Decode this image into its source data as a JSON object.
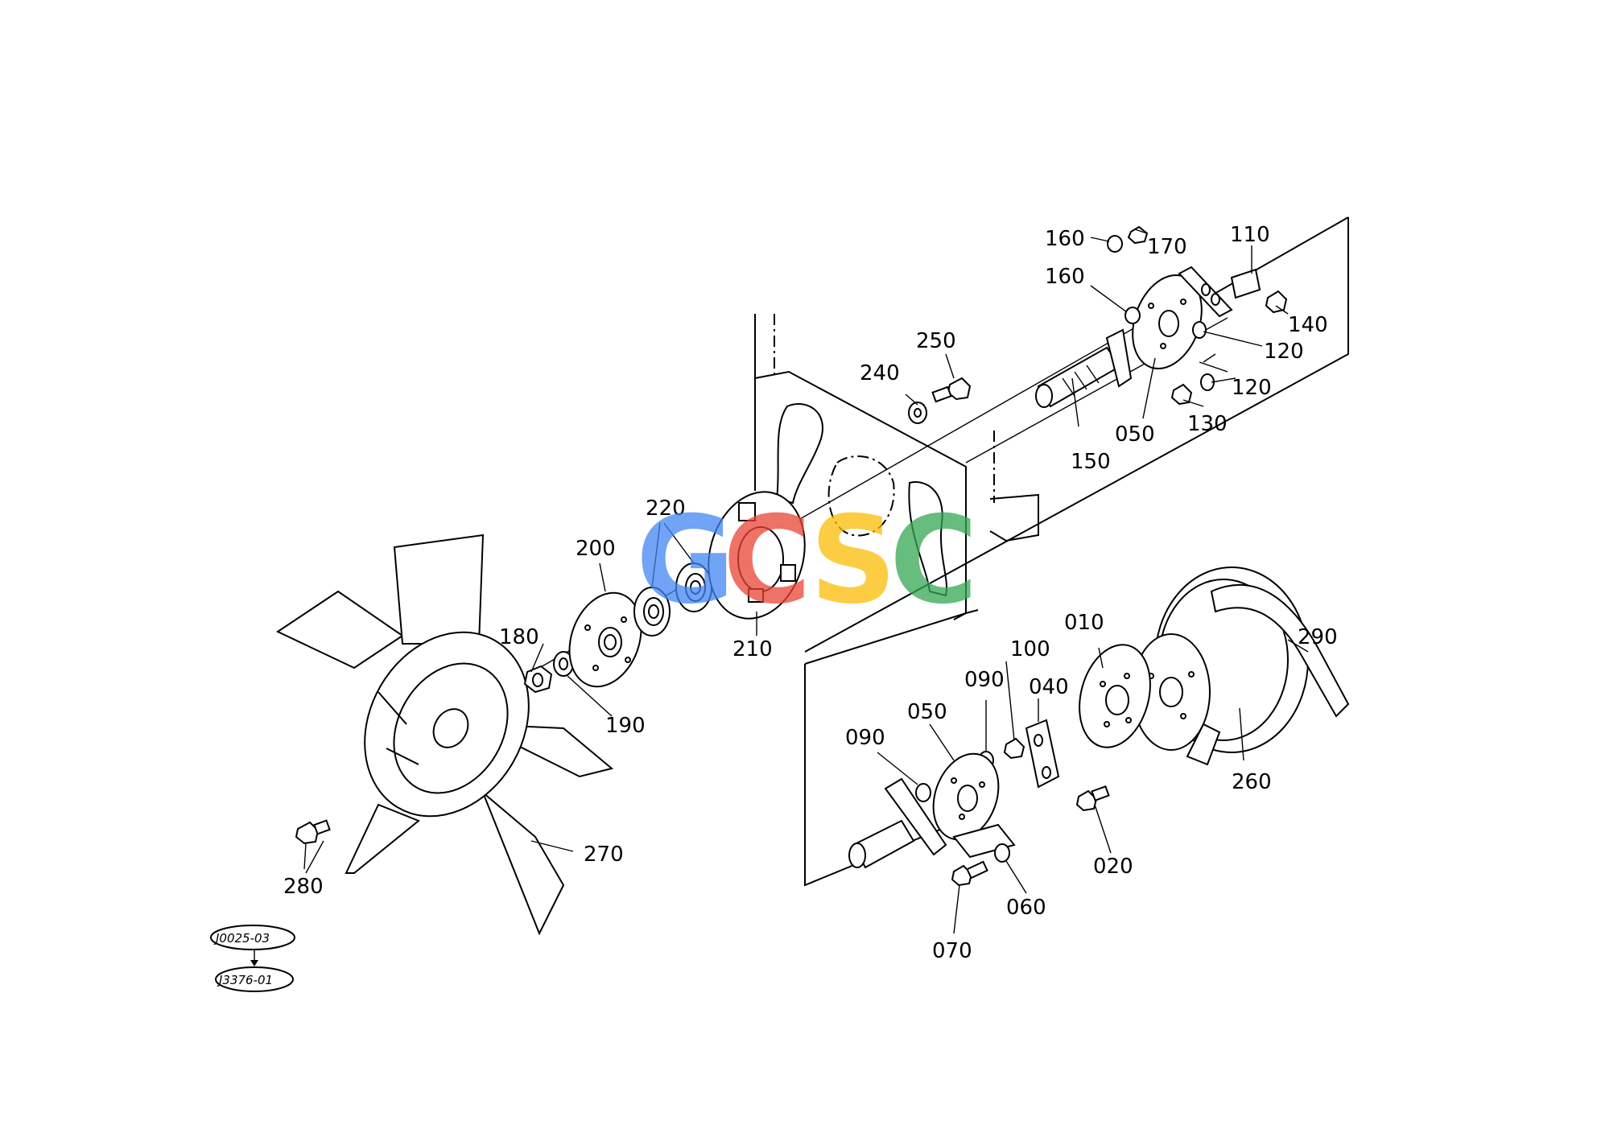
{
  "labels": {
    "p010": "010",
    "p020": "020",
    "p040": "040",
    "p050a": "050",
    "p050b": "050",
    "p060": "060",
    "p070": "070",
    "p090a": "090",
    "p090b": "090",
    "p100": "100",
    "p110": "110",
    "p120a": "120",
    "p120b": "120",
    "p130": "130",
    "p140": "140",
    "p150": "150",
    "p160a": "160",
    "p160b": "160",
    "p170": "170",
    "p180": "180",
    "p190": "190",
    "p200": "200",
    "p210": "210",
    "p220": "220",
    "p240": "240",
    "p250": "250",
    "p260": "260",
    "p270": "270",
    "p280": "280",
    "p290": "290"
  },
  "refs": {
    "top": "J0025-03",
    "bottom": "J3376-01"
  },
  "watermark": {
    "letters": [
      "G",
      "C",
      "S",
      "C"
    ],
    "colors": [
      "#4285f4",
      "#ea4335",
      "#fbbc05",
      "#34a853"
    ]
  }
}
